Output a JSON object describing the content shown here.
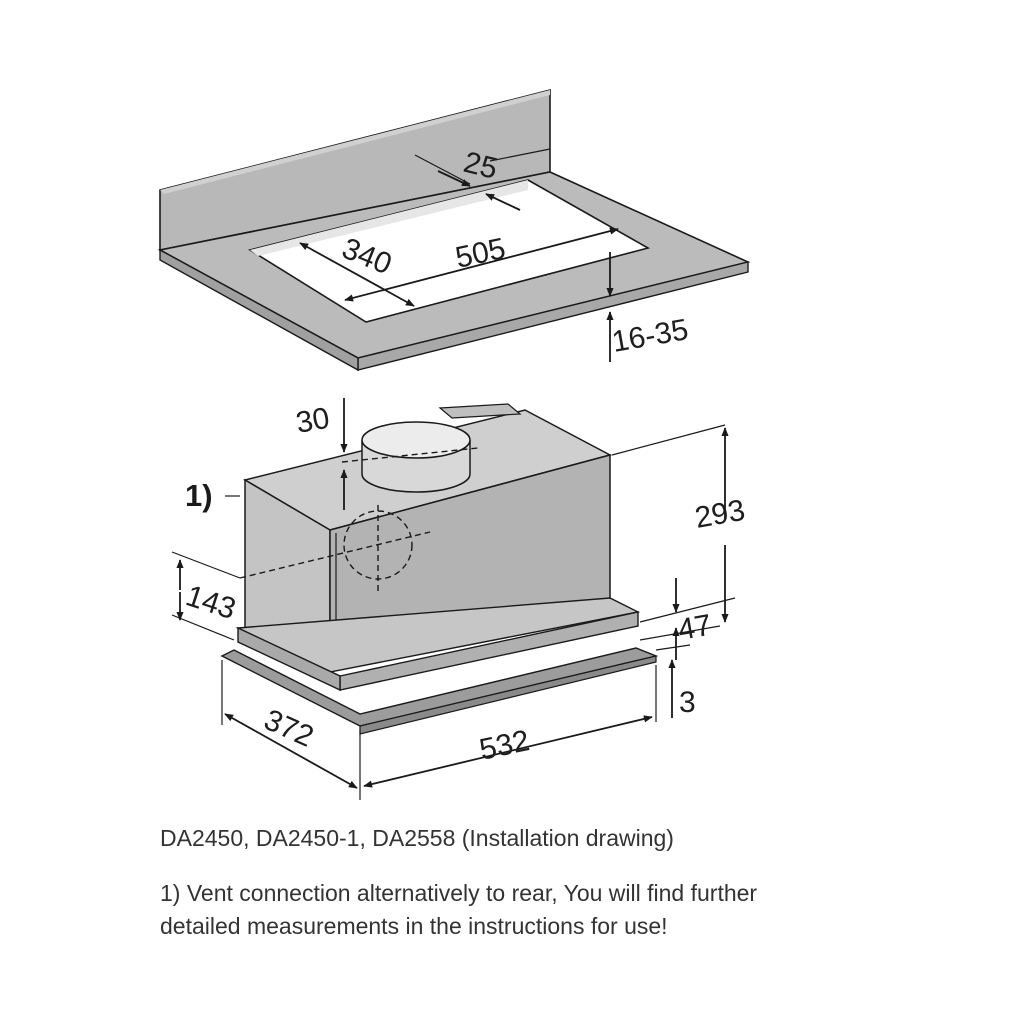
{
  "diagram": {
    "dimensions": {
      "recess_depth": "25",
      "cutout_depth": "340",
      "cutout_width": "505",
      "board_thickness": "16-35",
      "duct_offset": "30",
      "rear_vent_marker": "1)",
      "total_height": "293",
      "rear_vent_height": "143",
      "visor_height": "47",
      "front_lip": "3",
      "unit_depth": "372",
      "unit_width": "532"
    }
  },
  "caption": {
    "title": "DA2450, DA2450-1, DA2558 (Installation drawing)",
    "note_line1": "1) Vent connection alternatively to rear, You will find further",
    "note_line2": "detailed measurements in the instructions for use!"
  },
  "colors": {
    "panel_fill": "#bbbbbb",
    "panel_edge": "#a8a8a8",
    "hood_front": "#b3b3b3",
    "hood_side": "#c4c4c4",
    "hood_top": "#cfcfcf",
    "line": "#1a1a1a",
    "caption_text": "#333333"
  }
}
